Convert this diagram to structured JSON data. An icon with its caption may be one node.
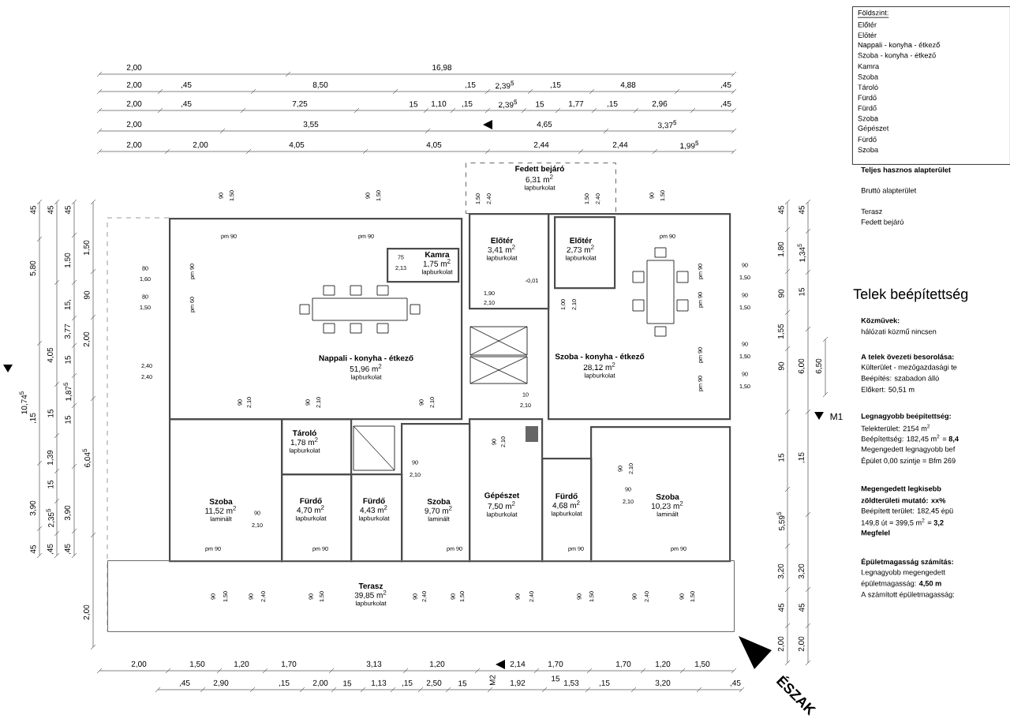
{
  "diagram": {
    "nodes": [
      {
        "text": [
          "Fedett bejáró",
          "6,31 m$^{2}$",
          "lapburkolat"
        ]
      },
      {
        "text": [
          "Nappali - konyha - étkező",
          "51,96 m$^{2}$",
          "lapburkolat"
        ]
      },
      {
        "text": [
          "Kamra",
          "1,75 m$^{2}$",
          "lapburkolat"
        ],
        "in": 1
      },
      {
        "text": [
          "Előtér",
          "3,41 m$^{2}$",
          "lapburkolat"
        ]
      },
      {
        "text": [
          "Szoba - konyha - étkező",
          "28,12 m$^{2}$",
          "lapburkolat"
        ]
      },
      {
        "text": [
          "Előtér",
          "2,73 m$^{2}$",
          "lapburkolat"
        ],
        "in": 4
      },
      {
        "text": [
          "Tároló",
          "1,78 m$^{2}$",
          "lapburkolat"
        ]
      },
      {
        "text": [
          "Szoba",
          "11,52 m$^{2}$",
          "laminált"
        ]
      },
      {
        "text": [
          "Fürdő",
          "4,70 m$^{2}$",
          "lapburkolat"
        ]
      },
      {
        "text": [
          "Fürdő",
          "4,43 m$^{2}$",
          "lapburkolat"
        ]
      },
      {
        "text": [
          "Szoba",
          "9,70 m$^{2}$",
          "laminált"
        ]
      },
      {
        "text": [
          "Gépészet",
          "7,50 m$^{2}$",
          "lapburkolat"
        ]
      },
      {
        "text": [
          "Fürdő",
          "4,68 m$^{2}$",
          "lapburkolat"
        ]
      },
      {
        "text": [
          "Szoba",
          "10,23 m$^{2}$",
          "laminált"
        ]
      },
      {
        "text": [
          "Terasz",
          "39,85 m$^{2}$",
          "lapburkolat"
        ]
      },
      {
        "text": [
          "Földszint:",
          "Előtér",
          "Előtér",
          "Nappali - konyha - étkező",
          "Szoba - konyha - étkező",
          "Kamra",
          "Szoba",
          "Tároló",
          "Fürdő",
          "Fürdő",
          "Szoba",
          "Gépészet",
          "Fürdő",
          "Szoba"
        ]
      }
    ],
    "labels": [
      "2,00",
      "16,98",
      "2,00",
      ",45",
      "8,50",
      ",15",
      "2,39$^{5}$",
      ",15",
      "4,88",
      ",45",
      "2,00",
      ",45",
      "7,25",
      "15",
      "1,10",
      ",15",
      "2,39$^{5}$",
      "15",
      "1,77",
      ",15",
      "2,96",
      ",45",
      "2,00",
      "3,55",
      "4,65",
      "3,37$^{5}$",
      "2,00",
      "2,00",
      "4,05",
      "4,05",
      "2,44",
      "2,44",
      "1,99$^{5}$",
      "45",
      "5,80",
      ",15",
      "3,90",
      "45",
      "45",
      "4,05",
      "15",
      "1,39",
      "15",
      "2,35$^{5}$",
      ",45",
      "45",
      "1,50",
      "15,",
      "3,77",
      "15",
      "1,87$^{5}$",
      "15",
      "3,90",
      ",45",
      "1,50",
      "90",
      "2,00",
      "6,04$^{5}$",
      "2,00",
      "10,74$^{5}$",
      "45",
      "1,80",
      "90",
      "1,55",
      "90",
      "15",
      "5,59$^{5}$",
      "3,20",
      "45",
      "2,00",
      "45",
      "1,34$^{5}$",
      "15",
      "6,00",
      ",15",
      "3,20",
      "45",
      "2,00",
      "6,50",
      "M1",
      "2,00",
      "1,50",
      "1,20",
      "1,70",
      "3,13",
      "1,20",
      "2,14",
      "1,70",
      "1,70",
      "1,20",
      "1,50",
      "15",
      ",45",
      "2,90",
      ",15",
      "2,00",
      "15",
      "1,13",
      ",15",
      "2,50",
      "15",
      "1,92",
      "1,53",
      ",15",
      "3,20",
      ",45",
      "M2",
      "pm 90",
      "pm 90",
      "pm 90",
      "75",
      "80",
      "2,13",
      "90",
      "1,60",
      "-0,01",
      "1,50",
      "80",
      "1,90",
      "90",
      "1,50",
      "2,10",
      "1,50",
      "90",
      "1,50",
      "2,40",
      "2,40",
      "90",
      "1,50",
      "10",
      "2,10",
      "90",
      "2,10",
      "90",
      "2,10",
      "90",
      "2,10",
      "pm 90",
      "pm 90",
      "pm 90",
      "pm 90",
      "pm 90",
      "pm 90",
      "pm 60",
      "90",
      "1,50",
      "90",
      "1,50",
      "90",
      "2,10",
      "90",
      "2,10",
      "90",
      "2,10",
      "1,50",
      "2,40",
      "1,50",
      "2,40",
      "90",
      "1,50",
      "pm 90",
      "pm 90",
      "pm 90",
      "pm 90",
      "1,00",
      "2,10",
      "90",
      "2,10",
      "90",
      "2,10",
      "90",
      "1,50",
      "90",
      "2,40",
      "90",
      "1,50",
      "90",
      "2,40",
      "90",
      "1,50",
      "90",
      "2,40",
      "90",
      "1,50",
      "90",
      "2,40",
      "90",
      "1,50",
      "Teljes hasznos alapterület",
      "Bruttó alapterület",
      "Terasz",
      "Fedett bejáró",
      "Telek beépítettség",
      "Közművek:",
      "hálózati közmű nincsen",
      "A telek övezeti besorolása:",
      "Külterület - mezőgazdasági te",
      "Beépítés: szabadon álló",
      "Előkert: 50,51 m",
      "Legnagyobb beépítettség:",
      "Telekterület: 2154 m$^{2}$",
      "Beépítettség: 182,45 m$^{2}$ = **8,4**",
      "Megengedett legnagyobb bef",
      "Épület 0,00 szintje = Bfm 269",
      "Megengedett legkisebb",
      "zöldterületi mutató: xx%",
      "Beépített terület: 182,45 épü",
      "149,8 út = 399,5 m$^{2}$ = **3,2**",
      "Megfelel",
      "Épületmagasság számítás:",
      "Legnagyobb megengedett",
      "épületmagasság: **4,50 m**",
      "A számított épületmagasság:",
      "ÉSZAK"
    ]
  }
}
